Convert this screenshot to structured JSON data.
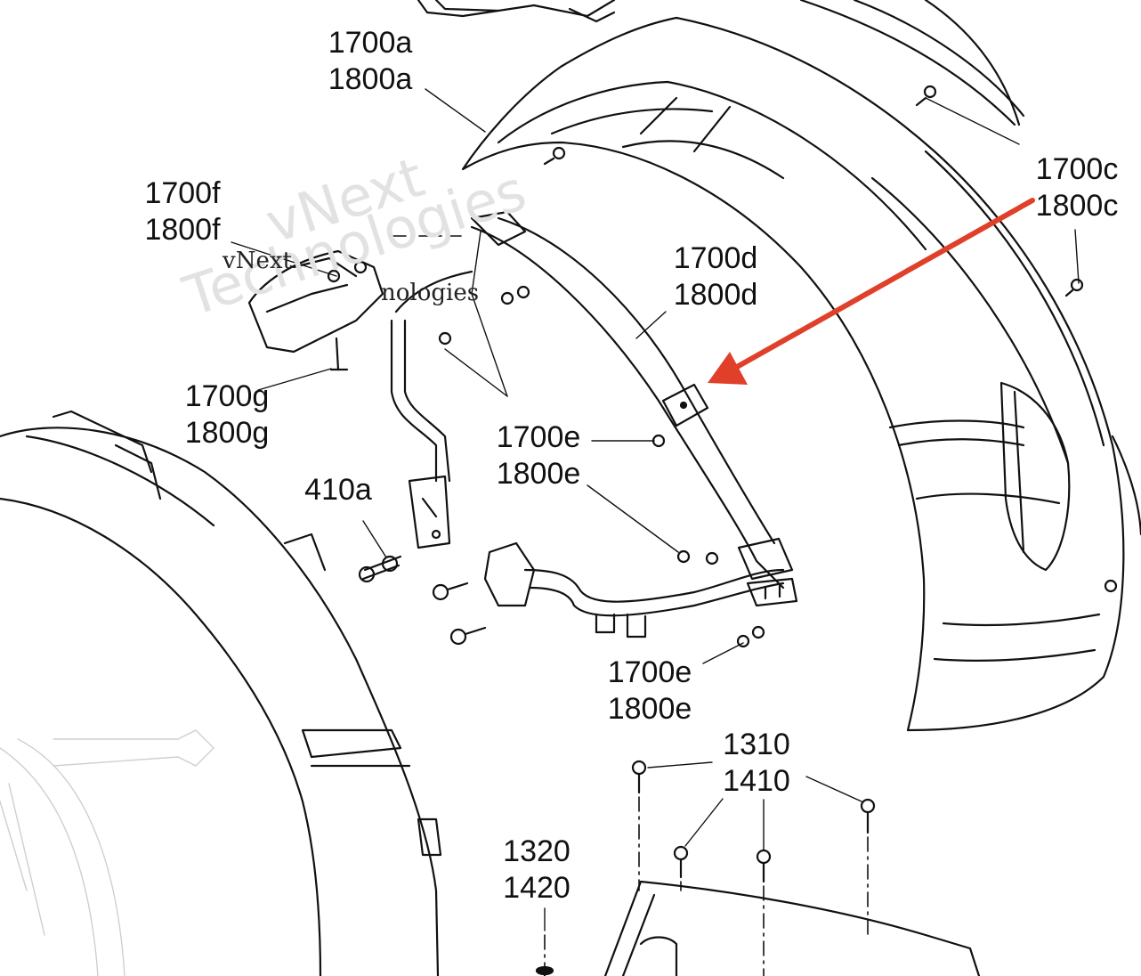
{
  "diagram": {
    "callouts": [
      {
        "id": "a",
        "lines": [
          "1700a",
          "1800a"
        ]
      },
      {
        "id": "c",
        "lines": [
          "1700c",
          "1800c"
        ]
      },
      {
        "id": "f",
        "lines": [
          "1700f",
          "1800f"
        ]
      },
      {
        "id": "d",
        "lines": [
          "1700d",
          "1800d"
        ]
      },
      {
        "id": "g",
        "lines": [
          "1700g",
          "1800g"
        ]
      },
      {
        "id": "e1",
        "lines": [
          "1700e",
          "1800e"
        ]
      },
      {
        "id": "e2",
        "lines": [
          "1700e",
          "1800e"
        ]
      },
      {
        "id": "fasteners",
        "lines": [
          "410a"
        ]
      },
      {
        "id": "screws",
        "lines": [
          "1310",
          "1410"
        ]
      },
      {
        "id": "bolt",
        "lines": [
          "1320",
          "1420"
        ]
      }
    ],
    "watermark": {
      "big_top": "vNext",
      "big_bottom": "Technologies",
      "small_left": "vNext",
      "small_right": "nologies"
    },
    "highlight_color": "#e0402a"
  }
}
